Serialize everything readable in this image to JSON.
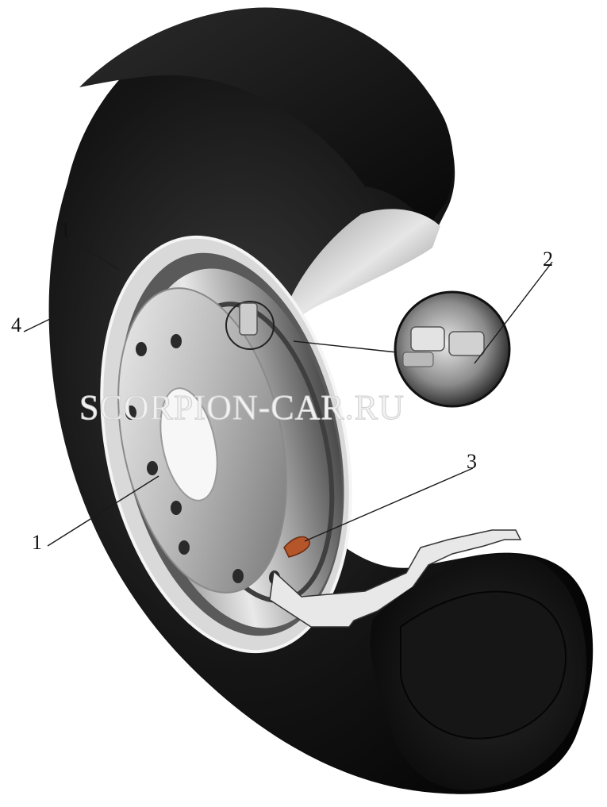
{
  "figure": {
    "callouts": [
      {
        "id": "label-1-top",
        "text": "1"
      },
      {
        "id": "label-2",
        "text": "2"
      },
      {
        "id": "label-3",
        "text": "3"
      },
      {
        "id": "label-4",
        "text": "4"
      },
      {
        "id": "label-1-bottom",
        "text": "1"
      }
    ],
    "watermark": "SCORPION-CAR.RU",
    "colors": {
      "tire": "#0c0c0c",
      "tire_highlight": "#3a3a3a",
      "rim_metal": "#c9c9c9",
      "rim_dark": "#6d6d6d",
      "valve": "#b4552a",
      "background": "#ffffff"
    }
  }
}
